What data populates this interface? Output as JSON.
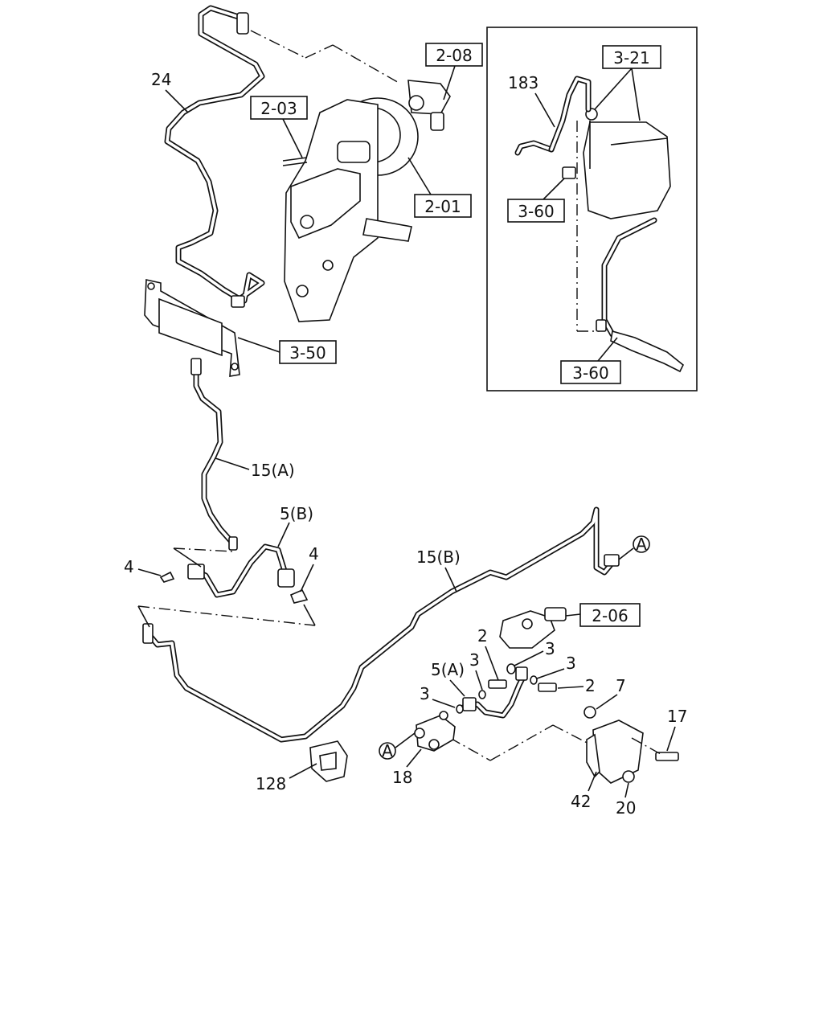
{
  "diagram": {
    "callouts": {
      "c24": "24",
      "c15a": "15(A)",
      "c5b": "5(B)",
      "c4_left": "4",
      "c4_right": "4",
      "c15b": "15(B)",
      "c2_upper": "2",
      "c3_upper": "3",
      "c3_mid": "3",
      "c5a": "5(A)",
      "c3_left": "3",
      "c3_right": "3",
      "c2_right": "2",
      "c7": "7",
      "c17": "17",
      "c128": "128",
      "c18": "18",
      "c42": "42",
      "c20": "20",
      "c183": "183"
    },
    "references": {
      "r208": "2-08",
      "r203": "2-03",
      "r201": "2-01",
      "r350": "3-50",
      "r206": "2-06",
      "r321": "3-21",
      "r360_upper": "3-60",
      "r360_lower": "3-60"
    },
    "connector_marks": {
      "a_right": "A",
      "a_left": "A"
    }
  }
}
